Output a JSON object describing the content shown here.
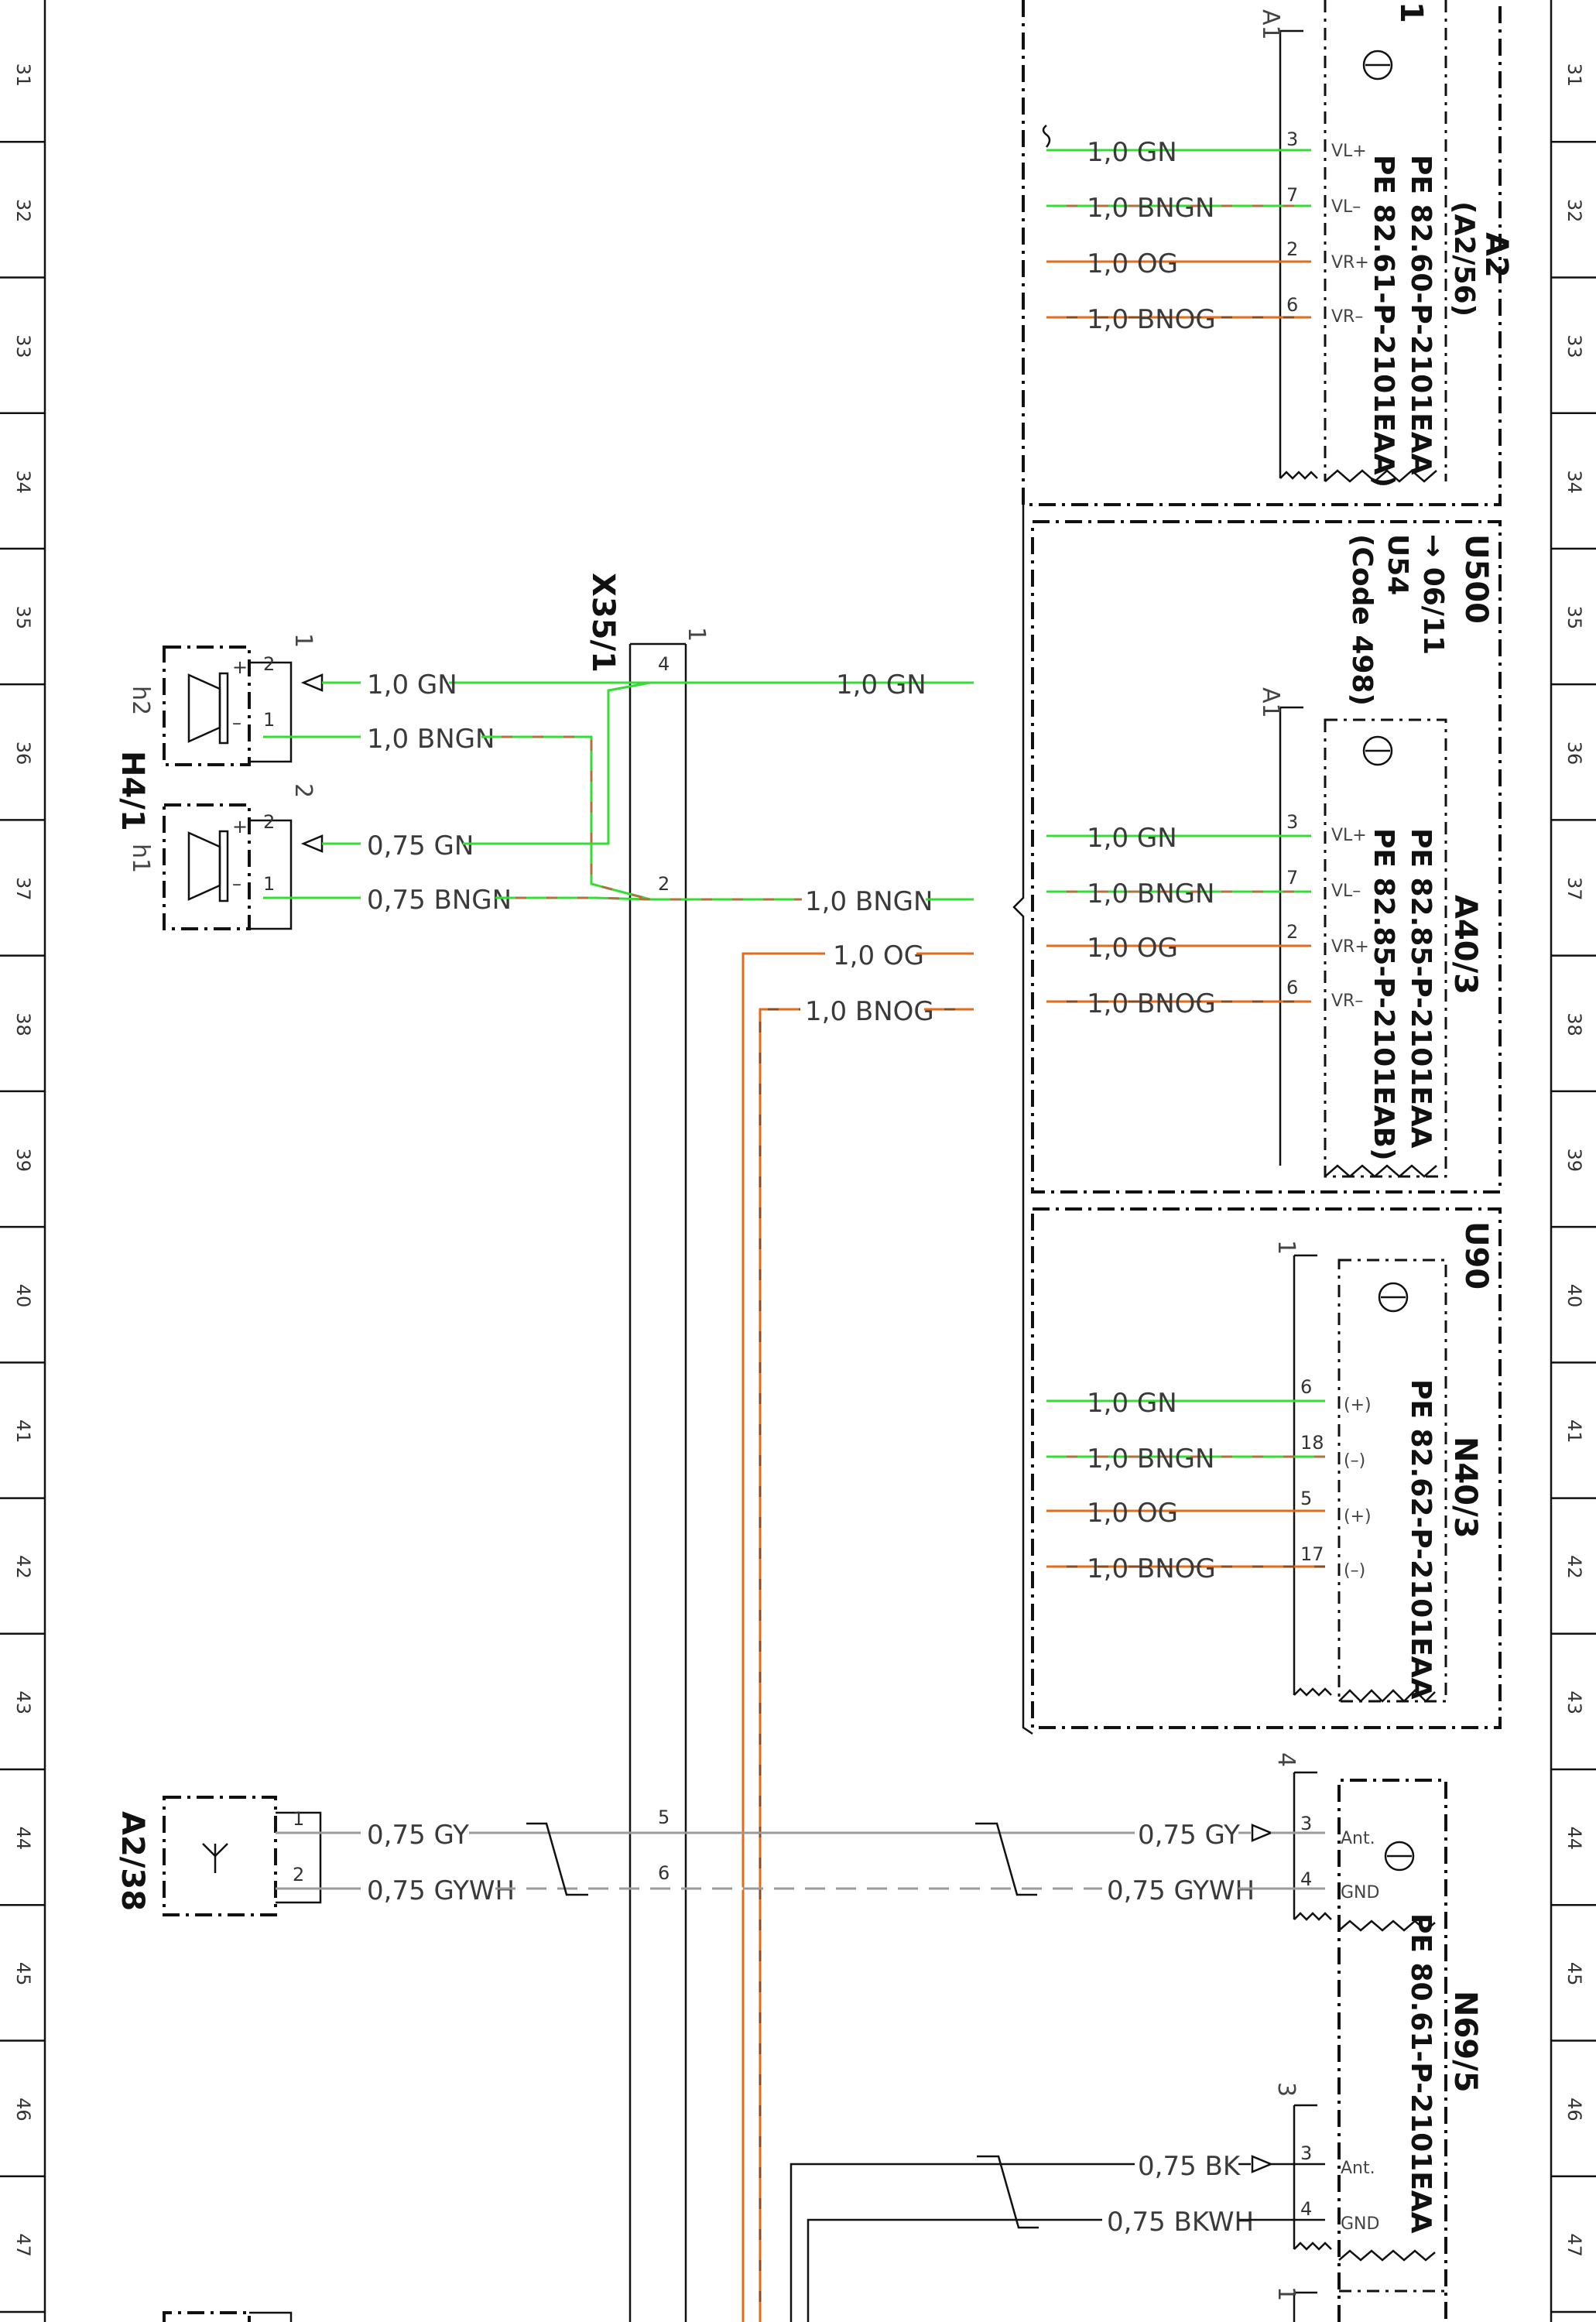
{
  "rows": [
    "31",
    "32",
    "33",
    "34",
    "35",
    "36",
    "37",
    "38",
    "39",
    "40",
    "41",
    "42",
    "43",
    "44",
    "45",
    "46",
    "47"
  ],
  "connectors": {
    "x35_1": "X35/1",
    "h4_1": "H4/1",
    "h1": "h1",
    "h2": "h2",
    "a2_38": "A2/38",
    "a2": "A2",
    "a2_56": "(A2/56)",
    "u500": "U500",
    "u500_arrow": "→ 06/11",
    "u54": "U54",
    "code498": "(Code 498)",
    "a40_3": "A40/3",
    "u90": "U90",
    "n40_3": "N40/3",
    "n69_5": "N69/5",
    "a1": "A1"
  },
  "pe_refs": {
    "a2_pe1": "PE 82.60-P-2101EAA",
    "a2_pe2": "PE 82.61-P-2101EAA)",
    "a40_pe1": "PE 82.85-P-2101EAA",
    "a40_pe2": "PE 82.85-P-2101EAB)",
    "n40_pe": "PE 82.62-P-2101EAA",
    "n69_pe": "PE 80.61-P-2101EAA"
  },
  "wires": {
    "gn10": "1,0 GN",
    "bngn10": "1,0 BNGN",
    "og10": "1,0 OG",
    "bnog10": "1,0 BNOG",
    "gn075": "0,75 GN",
    "bngn075": "0,75 BNGN",
    "gy075": "0,75 GY",
    "gywh075": "0,75 GYWH",
    "bk075": "0,75 BK",
    "bkwh075": "0,75 BKWH"
  },
  "pins": {
    "vlp": "VL+",
    "vlm": "VL–",
    "vrp": "VR+",
    "vrm": "VR–",
    "plus": "(+)",
    "minus": "(–)",
    "ant": "Ant.",
    "gnd": "GND",
    "p1": "1",
    "p2": "2",
    "p3": "3",
    "p4": "4",
    "p5": "5",
    "p6": "6",
    "p7": "7",
    "p17": "17",
    "p18": "18",
    "sp_plus": "+",
    "sp_minus": "–"
  }
}
